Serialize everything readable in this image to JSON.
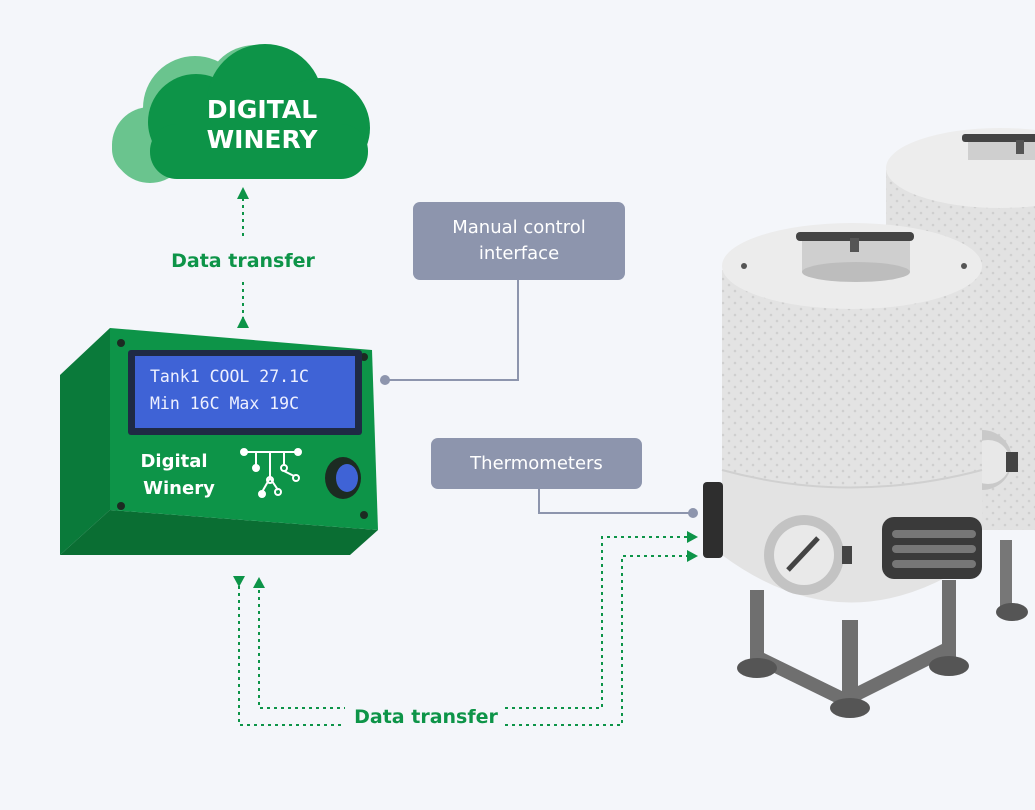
{
  "cloud": {
    "line1": "DIGITAL",
    "line2": "WINERY"
  },
  "controller": {
    "lcd_line1": "Tank1 COOL 27.1C",
    "lcd_line2": "Min 16C Max 19C",
    "brand_line1": "Digital",
    "brand_line2": "Winery"
  },
  "labels": {
    "data_transfer_top": "Data transfer",
    "data_transfer_bottom": "Data transfer",
    "manual_control": "Manual control interface",
    "thermometers": "Thermometers"
  },
  "icons": [
    "cloud-icon",
    "circuit-tree-icon",
    "knob-icon",
    "fermentation-tank-icon",
    "arrow-up-icon",
    "arrow-down-icon",
    "arrow-right-icon"
  ],
  "colors": {
    "background": "#f4f6fa",
    "green": "#0d9448",
    "cloud_light": "#6ac48e",
    "callout": "#8d95ad",
    "lcd": "#3f63d6",
    "tank": "#e3e3e3"
  }
}
